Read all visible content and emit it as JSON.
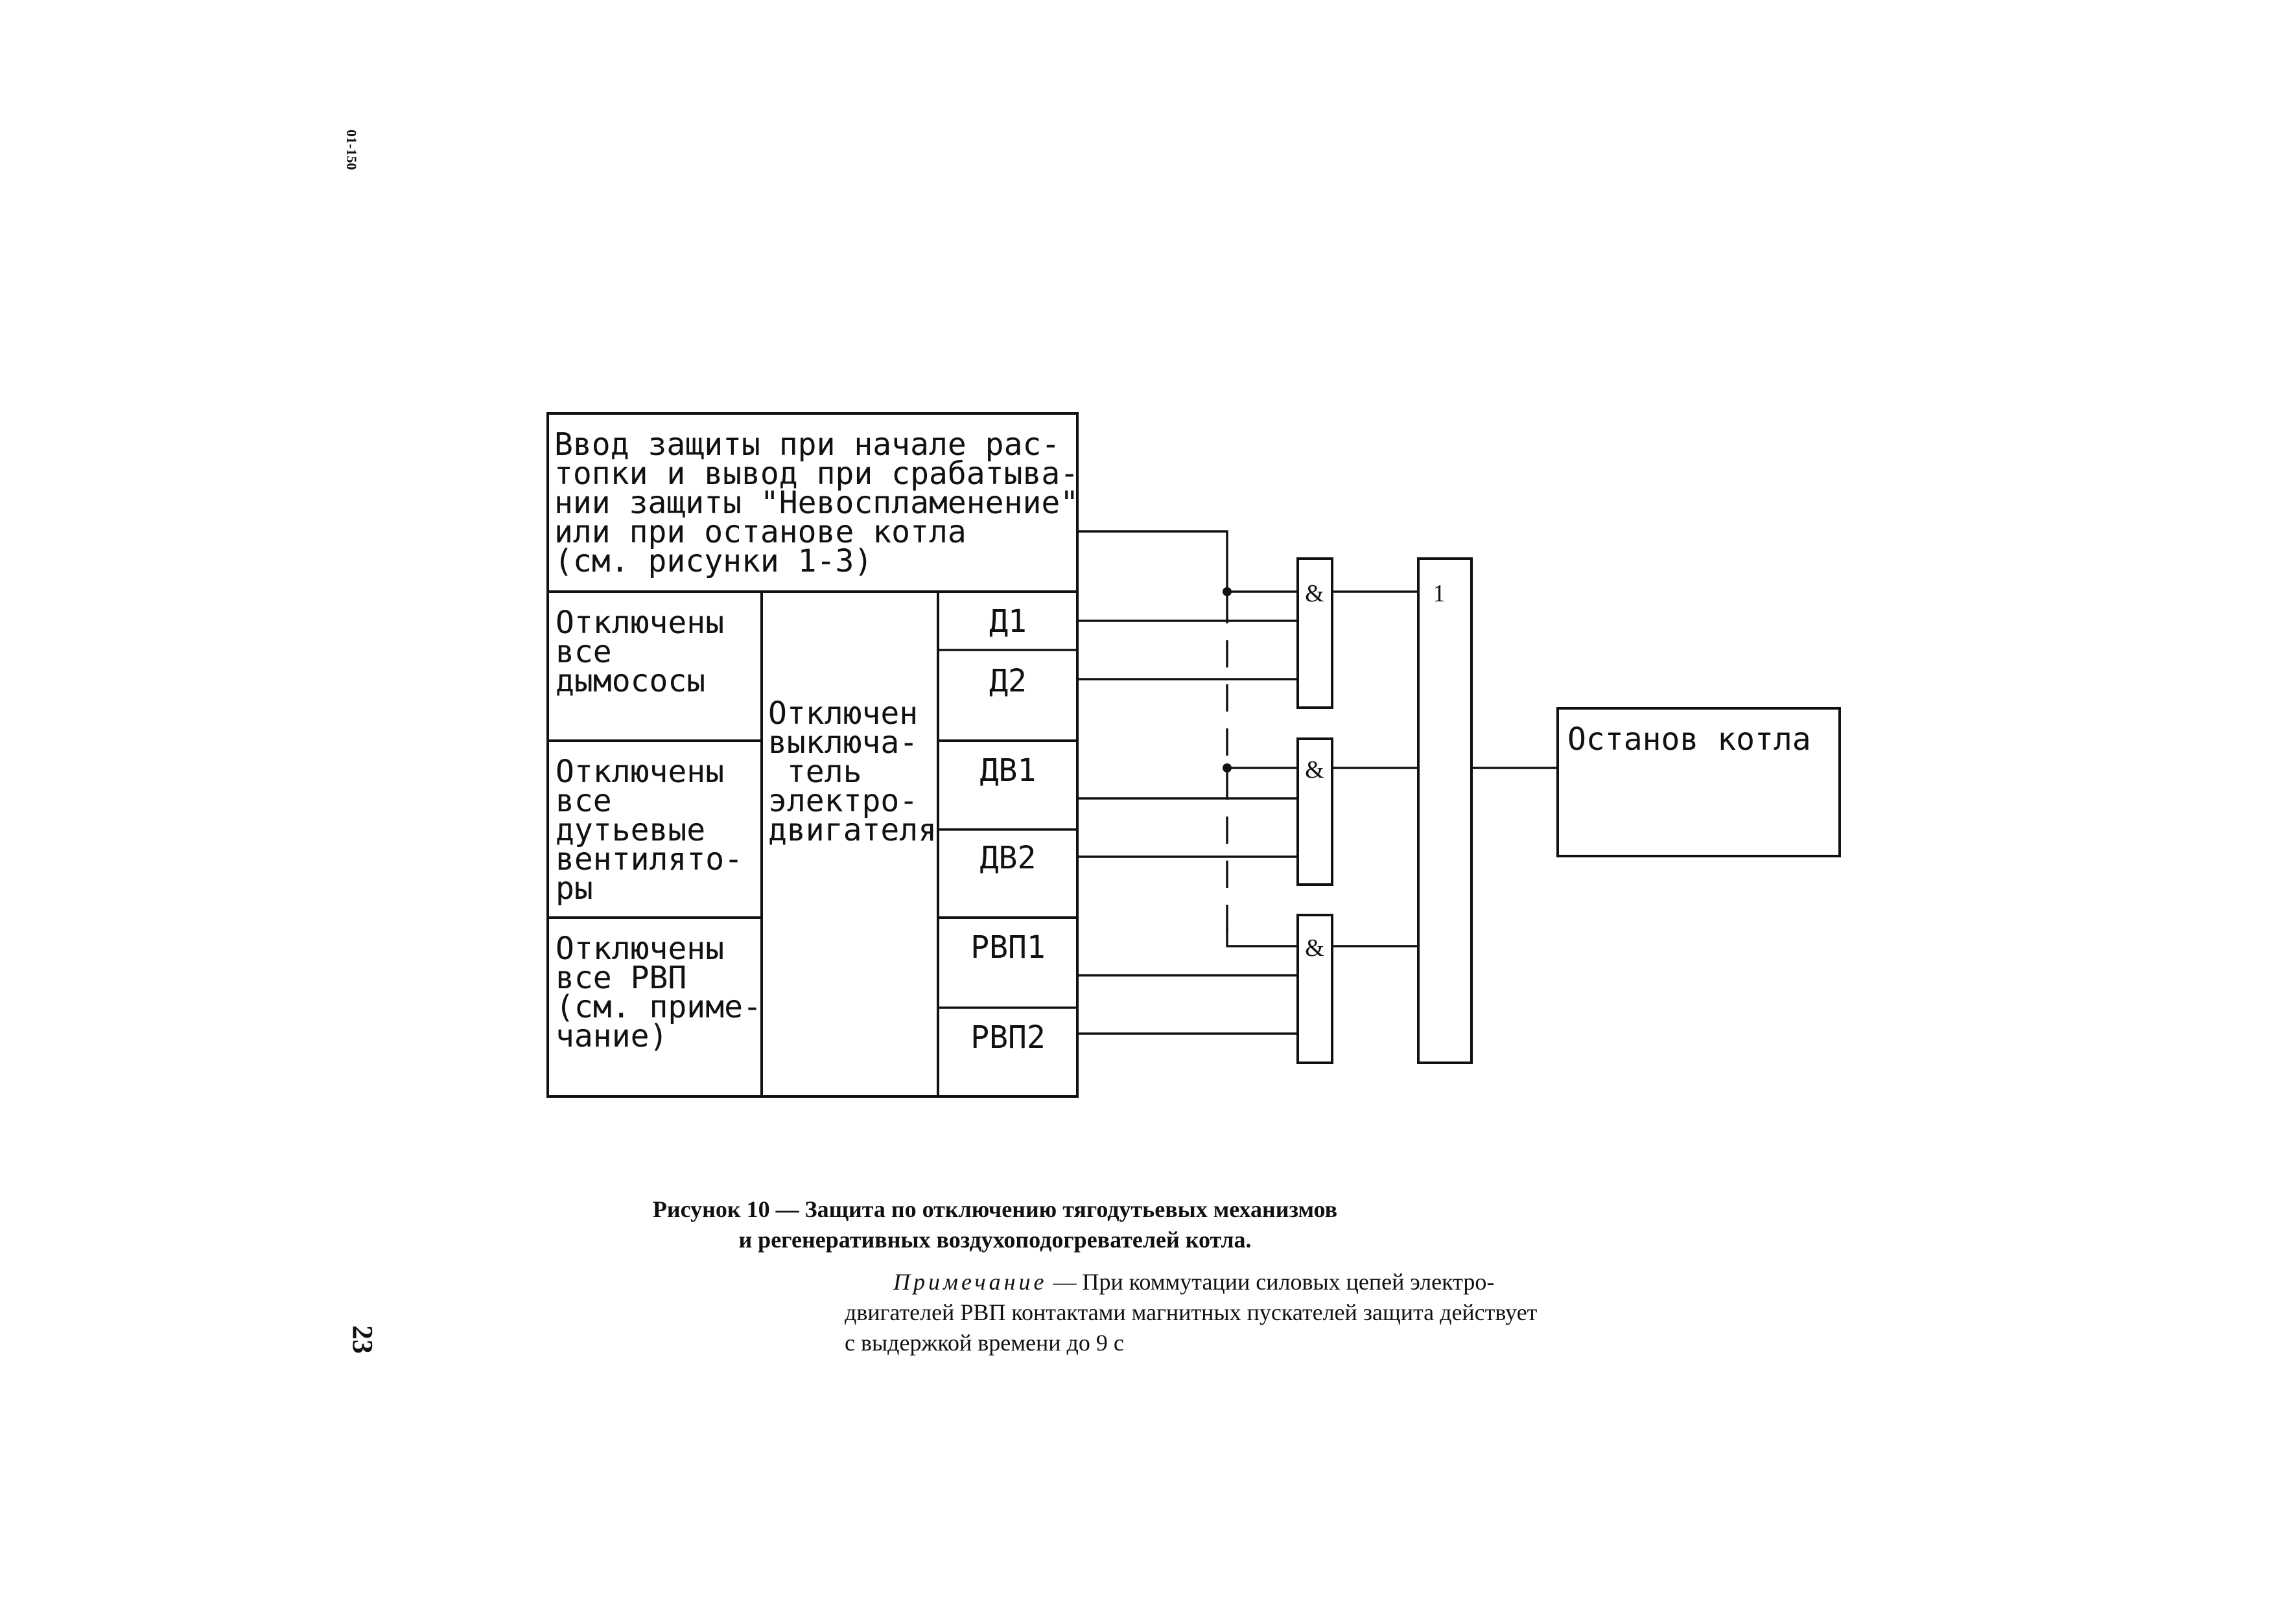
{
  "page": {
    "side_code": "01-150",
    "page_number": "23"
  },
  "top_block": {
    "lines": [
      "Ввод защиты при начале рас-",
      "топки и вывод при срабатыва-",
      "нии защиты \"Невоспламенение\"",
      "или при останове котла",
      "(см. рисунки 1-3)"
    ]
  },
  "groups": [
    {
      "lines": [
        "Отключены",
        "все",
        "дымососы"
      ]
    },
    {
      "lines": [
        "Отключены",
        "все",
        "дутьевые",
        "вентилято-",
        "ры"
      ]
    },
    {
      "lines": [
        "Отключены",
        "все РВП",
        "(см. приме-",
        "чание)"
      ]
    }
  ],
  "middle_block": {
    "lines": [
      "Отключен",
      "выключа-",
      " тель",
      "электро-",
      "двигателя"
    ]
  },
  "mechanisms": [
    "Д1",
    "Д2",
    "ДВ1",
    "ДВ2",
    "РВП1",
    "РВП2"
  ],
  "gates": [
    {
      "symbol": "&"
    },
    {
      "symbol": "&"
    },
    {
      "symbol": "&"
    }
  ],
  "or_gate": {
    "symbol": "1"
  },
  "output": {
    "label": "Останов котла"
  },
  "caption": {
    "line1": "Рисунок 10 — Защита по отключению тягодутьевых механизмов",
    "line2": "и регенеративных воздухоподогревателей котла."
  },
  "note": {
    "label": "Примечание",
    "dash": " — ",
    "line1": "При коммутации силовых цепей электро-",
    "line2": "двигателей РВП контактами магнитных пускателей защита действует",
    "line3": "с выдержкой времени до 9 с"
  }
}
